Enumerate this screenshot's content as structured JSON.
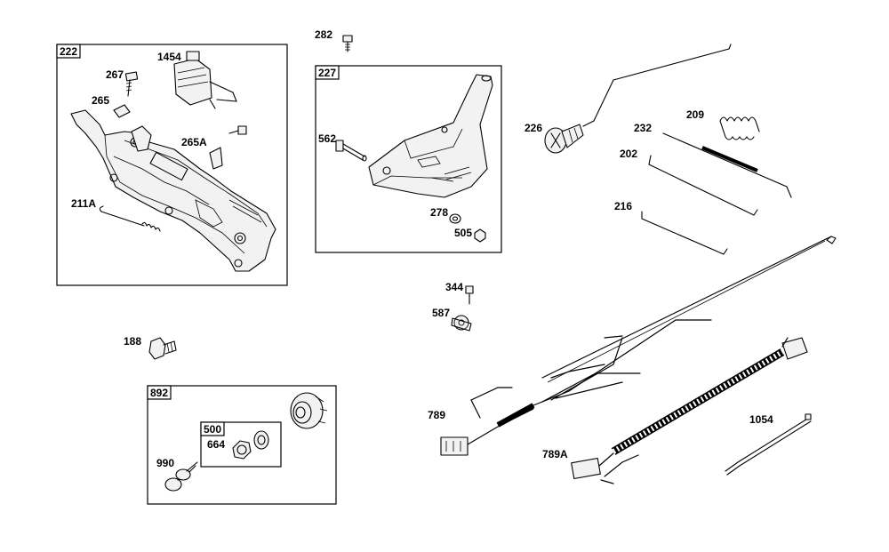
{
  "groups": [
    {
      "id": "222",
      "label": "222"
    },
    {
      "id": "227",
      "label": "227"
    },
    {
      "id": "892",
      "label": "892"
    },
    {
      "id": "500",
      "label": "500"
    }
  ],
  "parts": {
    "p282": "282",
    "p1454": "1454",
    "p267": "267",
    "p265": "265",
    "p265A": "265A",
    "p211A": "211A",
    "p562": "562",
    "p278": "278",
    "p505": "505",
    "p226": "226",
    "p232": "232",
    "p209": "209",
    "p202": "202",
    "p216": "216",
    "p344": "344",
    "p587": "587",
    "p188": "188",
    "p664": "664",
    "p990": "990",
    "p789": "789",
    "p789A": "789A",
    "p1054": "1054"
  }
}
